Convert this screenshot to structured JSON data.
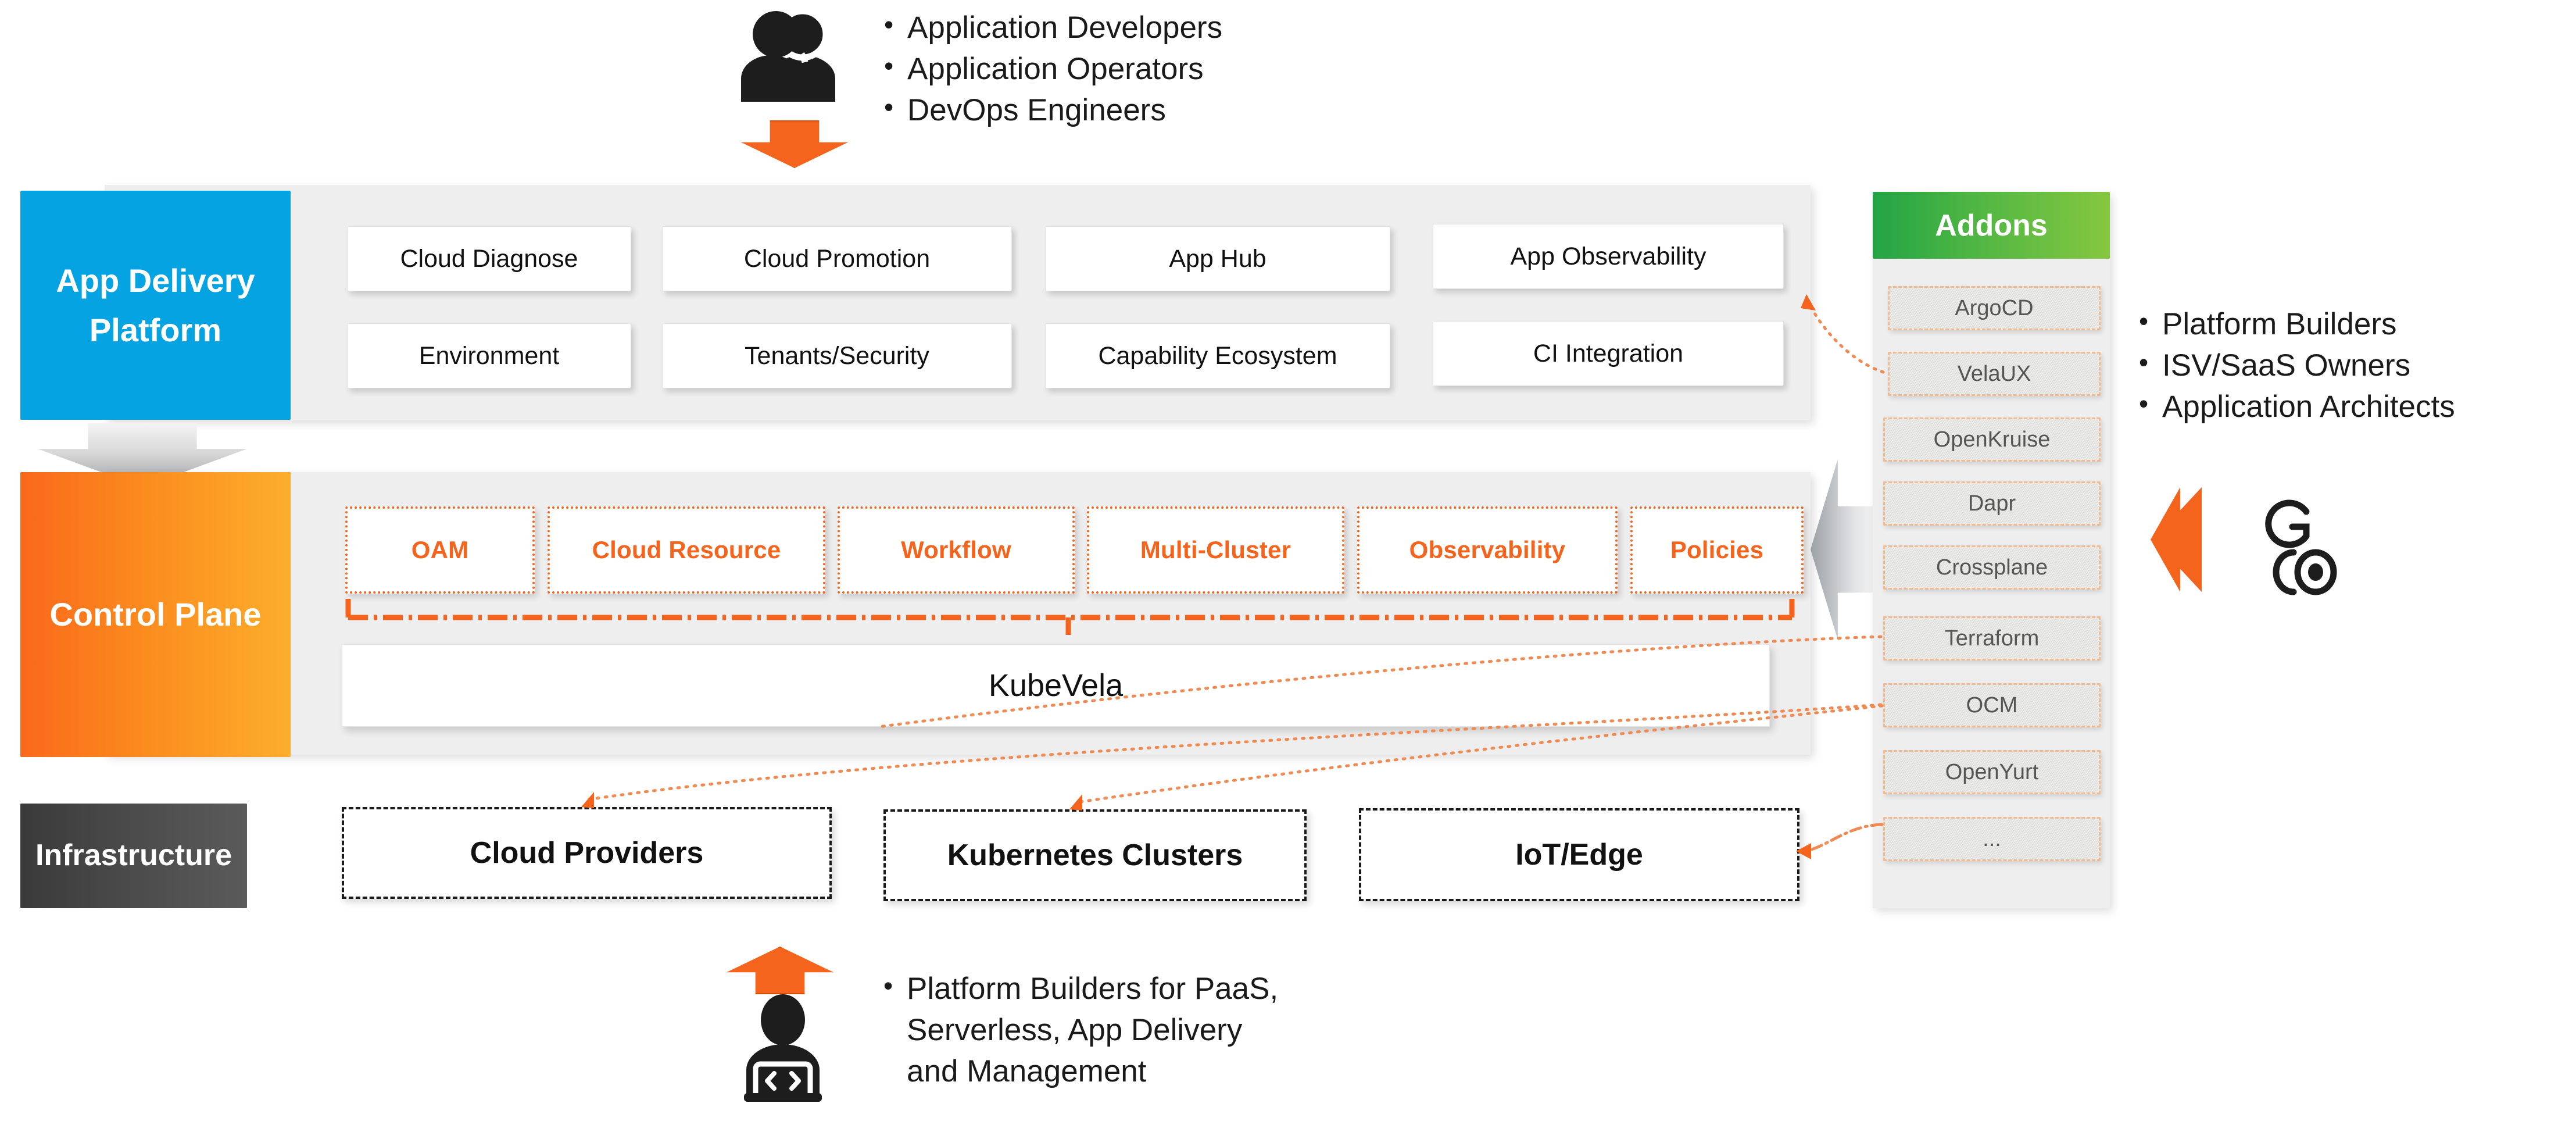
{
  "top_personas": {
    "icon": "two-people-icon",
    "arrow": "orange-down-arrow",
    "items": [
      "Application Developers",
      "Application Operators",
      "DevOps Engineers"
    ]
  },
  "right_personas": {
    "icon": "go-community-icon",
    "arrow": "orange-left-arrow",
    "items": [
      "Platform Builders",
      "ISV/SaaS Owners",
      "Application Architects"
    ]
  },
  "bottom_personas": {
    "icon": "developer-laptop-icon",
    "arrow": "orange-up-arrow",
    "items": [
      "Platform Builders for PaaS,\nServerless, App Delivery\nand Management"
    ]
  },
  "layers": {
    "app_delivery": {
      "label_line1": "App Delivery",
      "label_line2": "Platform",
      "color": "#06a3e3",
      "cards_row1": [
        "Cloud Diagnose",
        "Cloud Promotion",
        "App Hub",
        "App Observability"
      ],
      "cards_row2": [
        "Environment",
        "Tenants/Security",
        "Capability Ecosystem",
        "CI Integration"
      ]
    },
    "control_plane": {
      "label": "Control Plane",
      "color_from": "#f9681b",
      "color_to": "#fcae2b",
      "capabilities": [
        "OAM",
        "Cloud Resource",
        "Workflow",
        "Multi-Cluster",
        "Observability",
        "Policies"
      ],
      "core": "KubeVela"
    },
    "infrastructure": {
      "label": "Infrastructure",
      "color": "#4d4d4d",
      "boxes": [
        "Cloud Providers",
        "Kubernetes Clusters",
        "IoT/Edge"
      ]
    }
  },
  "addons": {
    "title": "Addons",
    "header_color_from": "#23a444",
    "header_color_to": "#86c740",
    "items": [
      "ArgoCD",
      "VelaUX",
      "OpenKruise",
      "Dapr",
      "Crossplane",
      "Terraform",
      "OCM",
      "OpenYurt",
      "..."
    ]
  },
  "accent": {
    "orange": "#f4641c",
    "blue": "#06a3e3",
    "green": "#4cb543",
    "gray": "#9ba0a5"
  }
}
